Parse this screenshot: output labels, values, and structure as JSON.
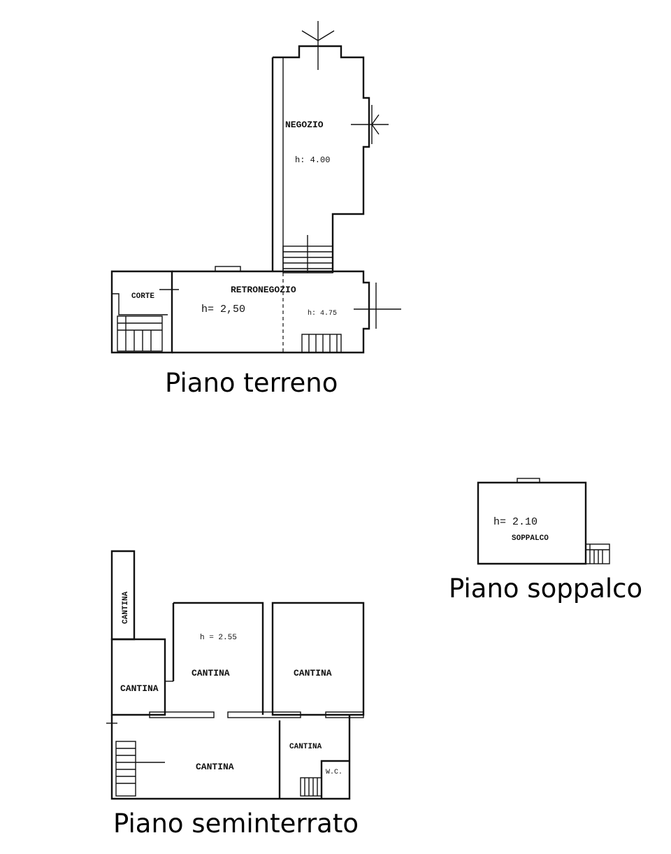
{
  "ground_floor": {
    "caption": "Piano terreno",
    "rooms": {
      "negozio": "NEGOZIO",
      "negozio_height": "h: 4.00",
      "retronegozio": "RETRONEGOZIO",
      "retro_height": "h= 2,50",
      "right_height": "h: 4.75",
      "corte": "CORTE"
    }
  },
  "mezzanine": {
    "caption": "Piano soppalco",
    "height": "h= 2.10",
    "room": "SOPPALCO"
  },
  "basement": {
    "caption": "Piano seminterrato",
    "height": "h = 2.55",
    "rooms": {
      "cantina_tall": "CANTINA",
      "cantina_left": "CANTINA",
      "cantina_center": "CANTINA",
      "cantina_right": "CANTINA",
      "cantina_bottom": "CANTINA",
      "cantina_small": "CANTINA",
      "wc": "W.C."
    }
  }
}
